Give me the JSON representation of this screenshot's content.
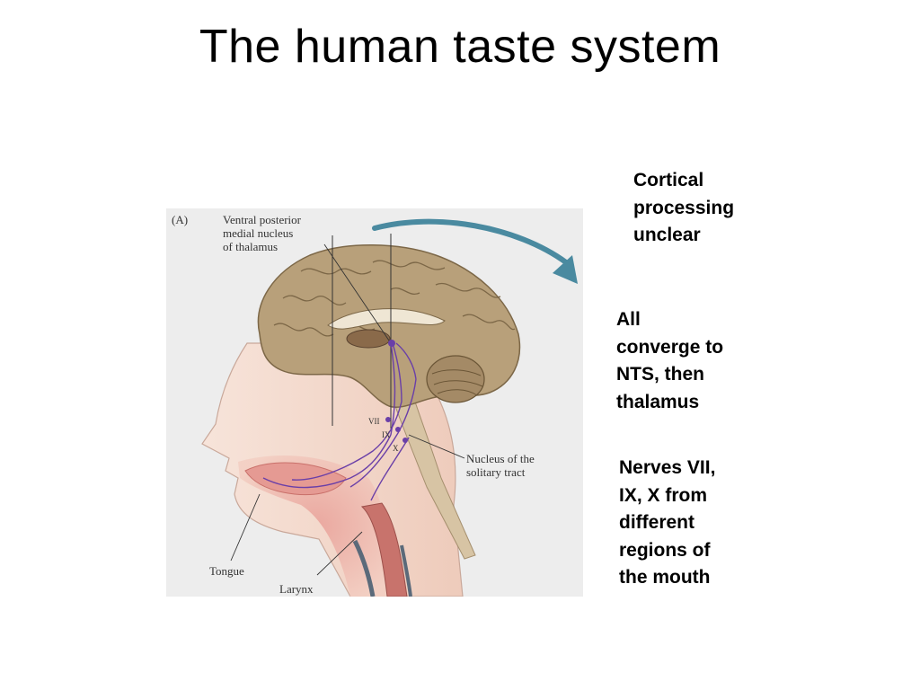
{
  "title": "The human taste system",
  "figure": {
    "panel_label": "(A)",
    "label_thalamus": "Ventral posterior\nmedial nucleus\nof thalamus",
    "label_nts": "Nucleus of the\nsolitary tract",
    "label_tongue": "Tongue",
    "label_larynx": "Larynx",
    "nerve_vii": "VII",
    "nerve_ix": "IX",
    "nerve_x": "X",
    "colors": {
      "arrow": "#4a8aa0",
      "nerve": "#6a3fa8",
      "brain": "#b59a73",
      "skin": "#f2d6c8",
      "tissue": "#d78f86"
    }
  },
  "notes": {
    "cortical": "Cortical\nprocessing\nunclear",
    "converge": "All\nconverge to\nNTS, then\nthalamus",
    "nerves": "Nerves VII,\nIX, X from\ndifferent\nregions of\nthe mouth"
  }
}
